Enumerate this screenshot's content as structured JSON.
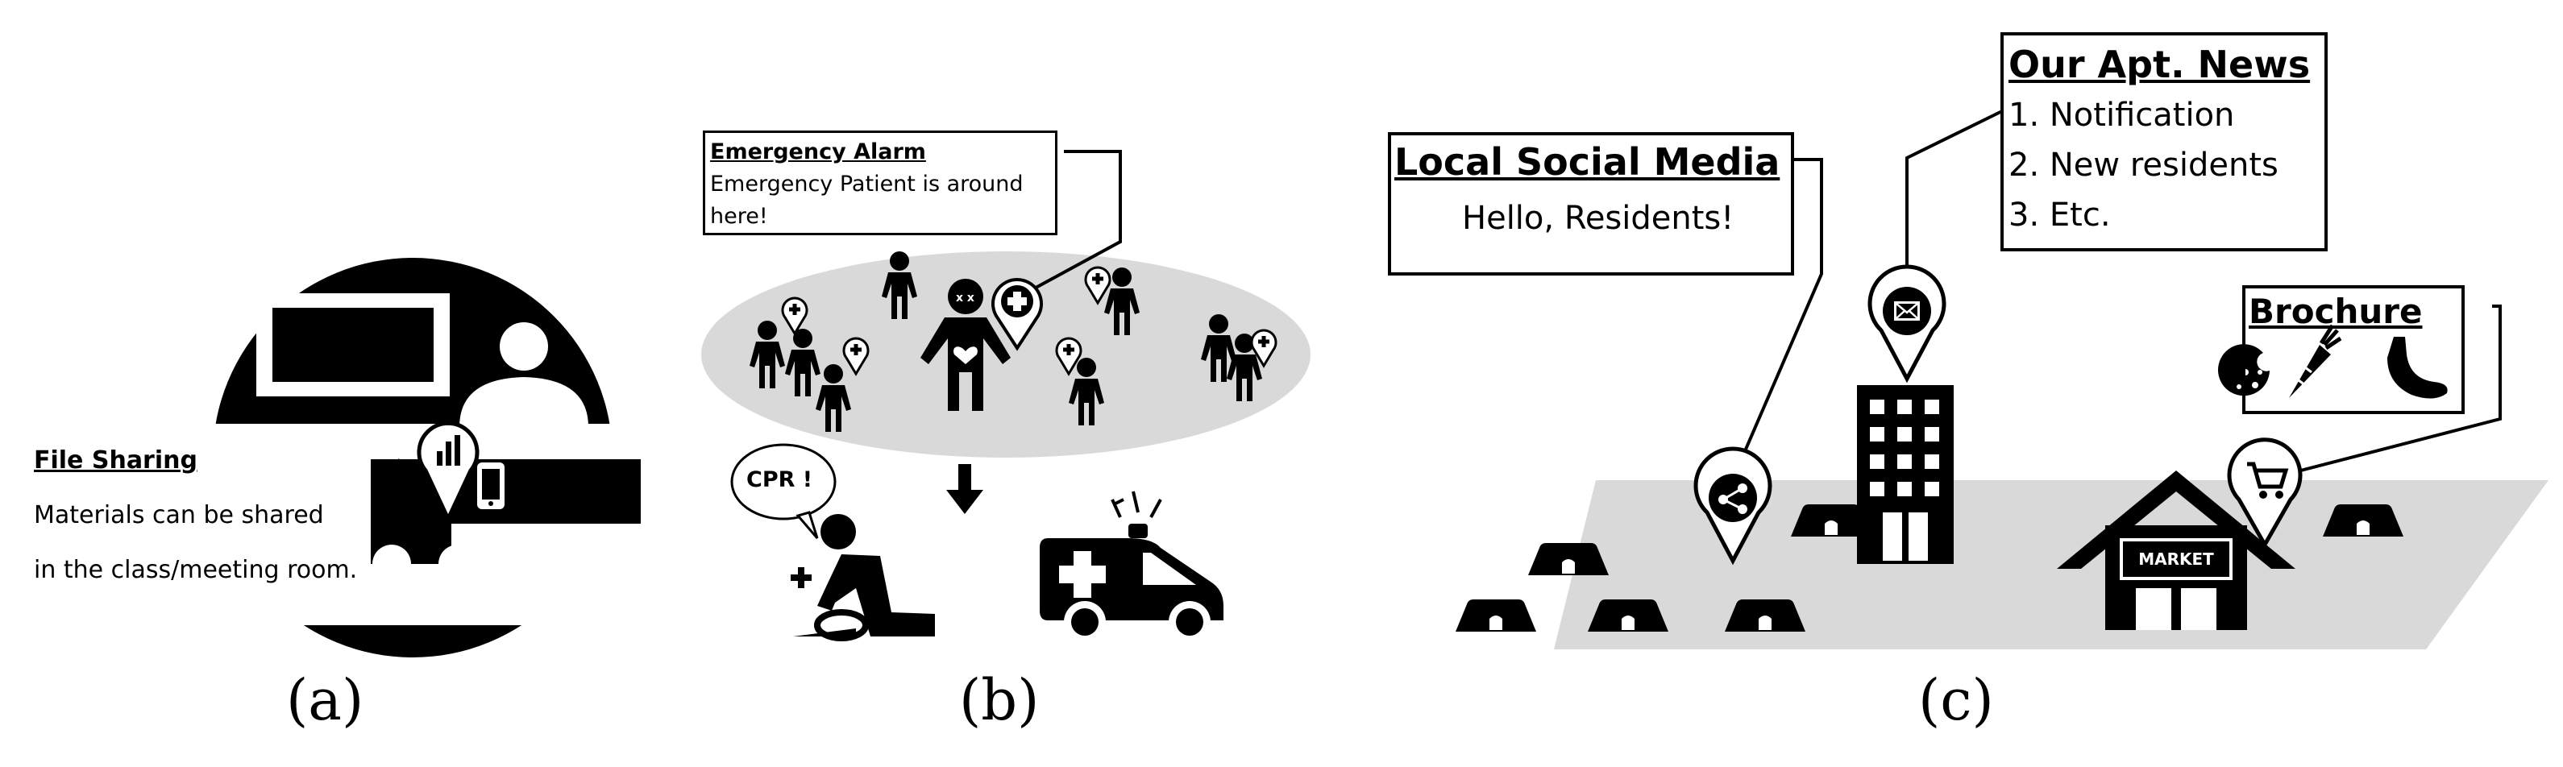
{
  "panels": {
    "a": {
      "label": "(a)",
      "callout": {
        "title": "File Sharing",
        "line1": "Materials can be shared",
        "line2": "in the class/meeting room."
      }
    },
    "b": {
      "label": "(b)",
      "alarm": {
        "title": "Emergency Alarm",
        "line1": "Emergency Patient is around",
        "line2": "here!"
      },
      "cpr_bubble": "CPR !"
    },
    "c": {
      "label": "(c)",
      "social": {
        "title": "Local Social Media",
        "message": "Hello, Residents!"
      },
      "news": {
        "title": "Our Apt. News",
        "items": [
          "1. Notification",
          "2. New residents",
          "3. Etc."
        ]
      },
      "brochure": {
        "title": "Brochure"
      },
      "market_sign": "MARKET"
    }
  },
  "colors": {
    "ink": "#000000",
    "gray": "#d9d9d9",
    "paper": "#ffffff"
  }
}
